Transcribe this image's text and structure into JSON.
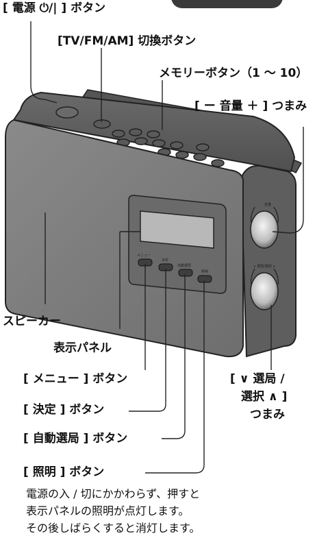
{
  "labels": {
    "power": "[ 電源 ⏻/| ] ボタン",
    "mode": "[TV/FM/AM] 切換ボタン",
    "memory": "メモリーボタン（1 ～ 10）",
    "volume": "[ ー 音量 ＋ ] つまみ",
    "speaker": "スピーカー",
    "display": "表示パネル",
    "menu": "[ メニュー ] ボタン",
    "enter": "[ 決定 ] ボタン",
    "auto": "[ 自動選局 ] ボタン",
    "light": "[ 照明 ] ボタン",
    "tuning_line1": "[ ∨ 選局 /",
    "tuning_line2": "選択 ∧ ]",
    "tuning_line3": "つまみ"
  },
  "note": [
    "電源の入 / 切にかかわらず、押すと",
    "表示パネルの照明が点灯します。",
    "その後しばらくすると消灯します。"
  ],
  "device_text": {
    "menu": "メニュー",
    "enter": "決定",
    "auto": "自動選局",
    "light": "照明",
    "volume": "音量",
    "tuning": "∨ 選局/選択 ∧"
  },
  "colors": {
    "body": "#7a7a7a",
    "body_dark": "#4a4a4a",
    "panel": "#8a8a8a",
    "tab": "#3a3a3a"
  }
}
